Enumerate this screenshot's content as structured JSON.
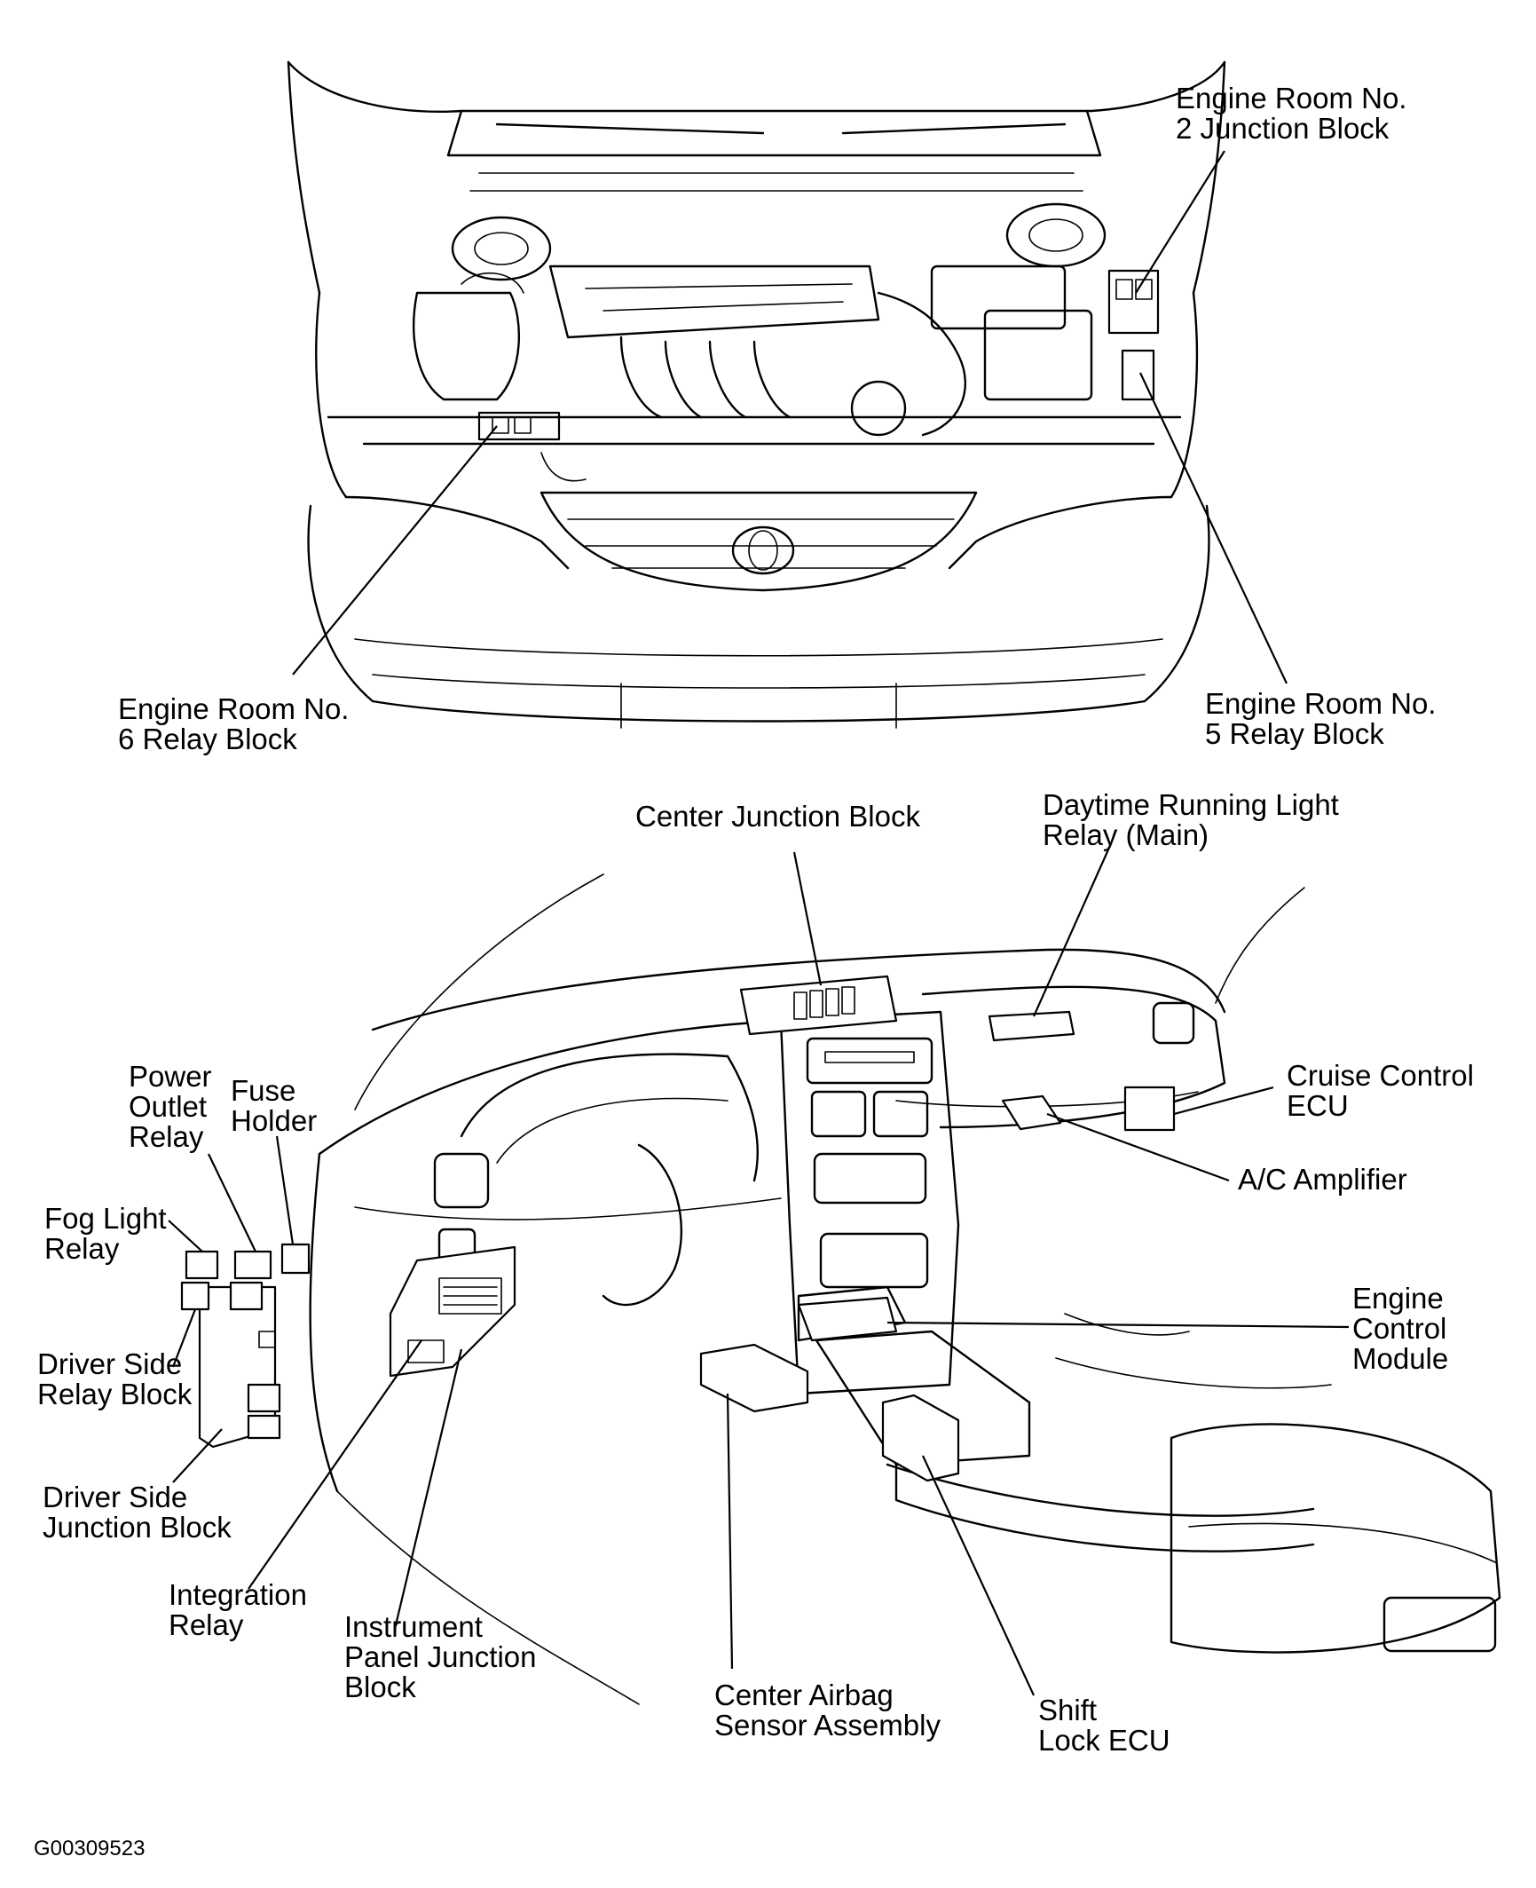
{
  "labels": {
    "er2_junction_block": "Engine Room No.\n2 Junction Block",
    "er6_relay_block": "Engine Room No.\n6 Relay Block",
    "er5_relay_block": "Engine Room No.\n5 Relay Block",
    "center_junction_block": "Center Junction Block",
    "drl_relay": "Daytime Running Light\nRelay (Main)",
    "power_outlet_relay": "Power\nOutlet\nRelay",
    "fuse_holder": "Fuse\nHolder",
    "cruise_control_ecu": "Cruise Control\nECU",
    "ac_amplifier": "A/C Amplifier",
    "fog_light_relay": "Fog Light\nRelay",
    "driver_side_relay_block": "Driver Side\nRelay Block",
    "engine_control_module": "Engine\nControl\nModule",
    "driver_side_junction_block": "Driver Side\nJunction Block",
    "integration_relay": "Integration\nRelay",
    "instrument_panel_junction_block": "Instrument\nPanel Junction\nBlock",
    "center_airbag_sensor": "Center Airbag\nSensor Assembly",
    "shift_lock_ecu": "Shift\nLock ECU"
  },
  "figure_code": "G00309523"
}
